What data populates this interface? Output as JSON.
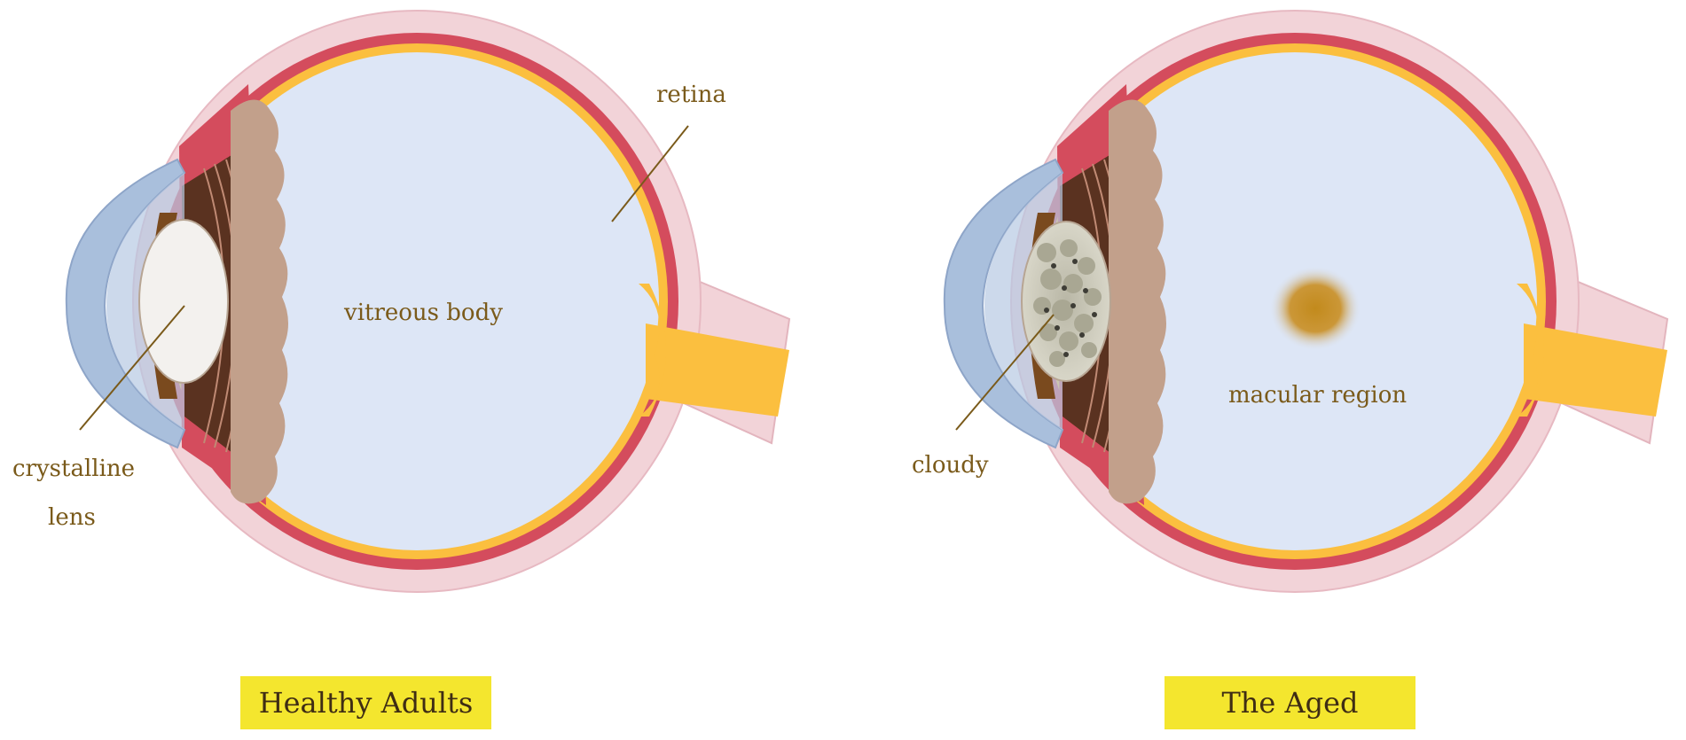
{
  "panels": {
    "left": {
      "caption": "Healthy Adults",
      "labels": {
        "retina": "retina",
        "vitreous": "vitreous body",
        "lens_line1": "crystalline",
        "lens_line2": "lens"
      }
    },
    "right": {
      "caption": "The Aged",
      "labels": {
        "cloudy": "cloudy",
        "macula": "macular region"
      }
    }
  },
  "colors": {
    "sclera": "#f2d3d8",
    "choroid": "#d44c5d",
    "retina": "#fbbf3f",
    "vitreous": "#dde6f6",
    "iris_brown": "#c2a08b",
    "cornea": "#a9bfdc",
    "lens": "#f3f1ee",
    "caption_bg": "#f4e62e",
    "label_text": "#7a5a1a",
    "macula": "#c28a1c"
  }
}
